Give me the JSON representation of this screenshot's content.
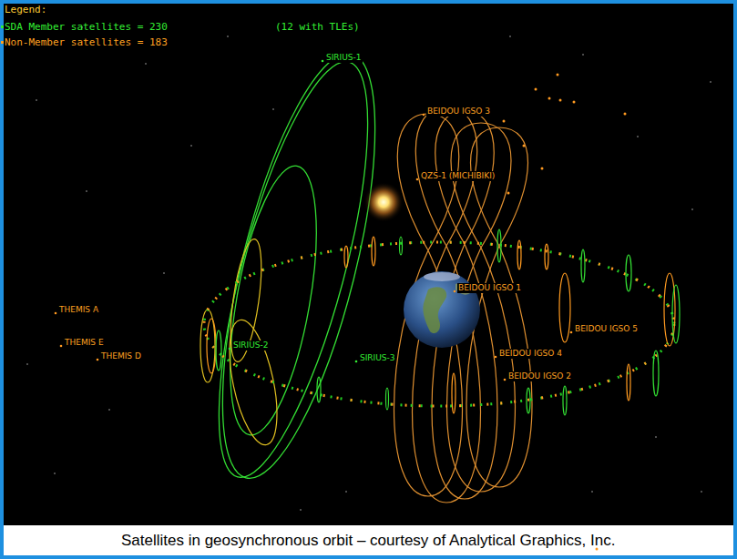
{
  "diagram": {
    "caption": "Satellites in geosynchronous orbit – courtesy of Analytical Graphics, Inc.",
    "labels": [
      "Legend:",
      "(12 with TLEs)",
      "SIRIUS-1",
      "BEIDOU IGSO 3",
      "QZS-1 (MICHIBIKI)",
      "BEIDOU IGSO 1",
      "THEMIS A",
      "THEMIS E",
      "THEMIS D",
      "SIRIUS-2",
      "SIRIUS-3",
      "BEIDOU IGSO 5",
      "BEIDOU IGSO 4",
      "BEIDOU IGSO 2"
    ],
    "legend": [
      {
        "text": "SDA Member satellites = 230",
        "color": "#33ee33"
      },
      {
        "text": "Non-Member satellites = 183",
        "color": "#ffa020"
      }
    ]
  }
}
